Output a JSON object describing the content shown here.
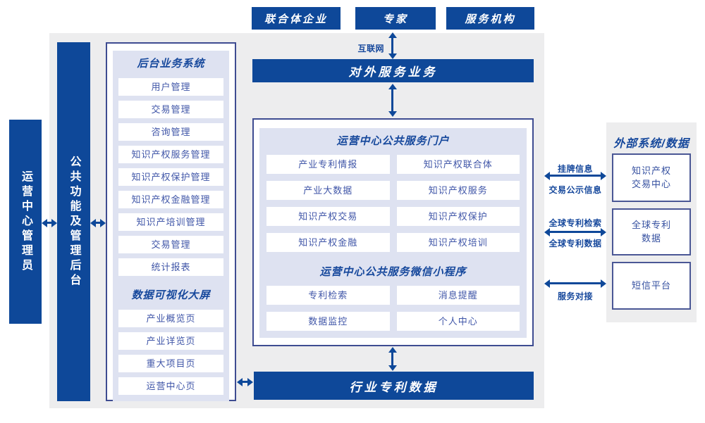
{
  "colors": {
    "primary_blue": "#0e4899",
    "panel_lavender": "#dee2f1",
    "box_border": "#3e4c91",
    "label_blue": "#16489c",
    "item_text_blue": "#4056a8",
    "background_gray": "#ededee"
  },
  "actors": {
    "consortium": "联合体企业",
    "expert": "专家",
    "service_org": "服务机构"
  },
  "internet_label": "互联网",
  "external_service_bar": "对外服务业务",
  "admin_bar": "运营中心管理员",
  "backend_bar": "公共功能及管理后台",
  "backend_system": {
    "title": "后台业务系统",
    "items": [
      "用户管理",
      "交易管理",
      "咨询管理",
      "知识产权服务管理",
      "知识产权保护管理",
      "知识产权金融管理",
      "知识产培训管理",
      "交易管理",
      "统计报表"
    ]
  },
  "dashboard": {
    "title": "数据可视化大屏",
    "items": [
      "产业概览页",
      "产业详览页",
      "重大项目页",
      "运营中心页"
    ]
  },
  "portal": {
    "title": "运营中心公共服务门户",
    "items": [
      "产业专利情报",
      "知识产权联合体",
      "产业大数据",
      "知识产权服务",
      "知识产权交易",
      "知识产权保护",
      "知识产权金融",
      "知识产权培训"
    ]
  },
  "miniprogram": {
    "title": "运营中心公共服务微信小程序",
    "items": [
      "专利检索",
      "消息提醒",
      "数据监控",
      "个人中心"
    ]
  },
  "industry_patent_bar": "行业专利数据",
  "external": {
    "title": "外部系统/数据",
    "systems": [
      "知识产权\n交易中心",
      "全球专利\n数据",
      "短信平台"
    ]
  },
  "links": {
    "listing_info": "挂牌信息",
    "trade_publicity": "交易公示信息",
    "global_patent_search": "全球专利检索",
    "global_patent_data": "全球专利数据",
    "service_docking": "服务对接"
  }
}
